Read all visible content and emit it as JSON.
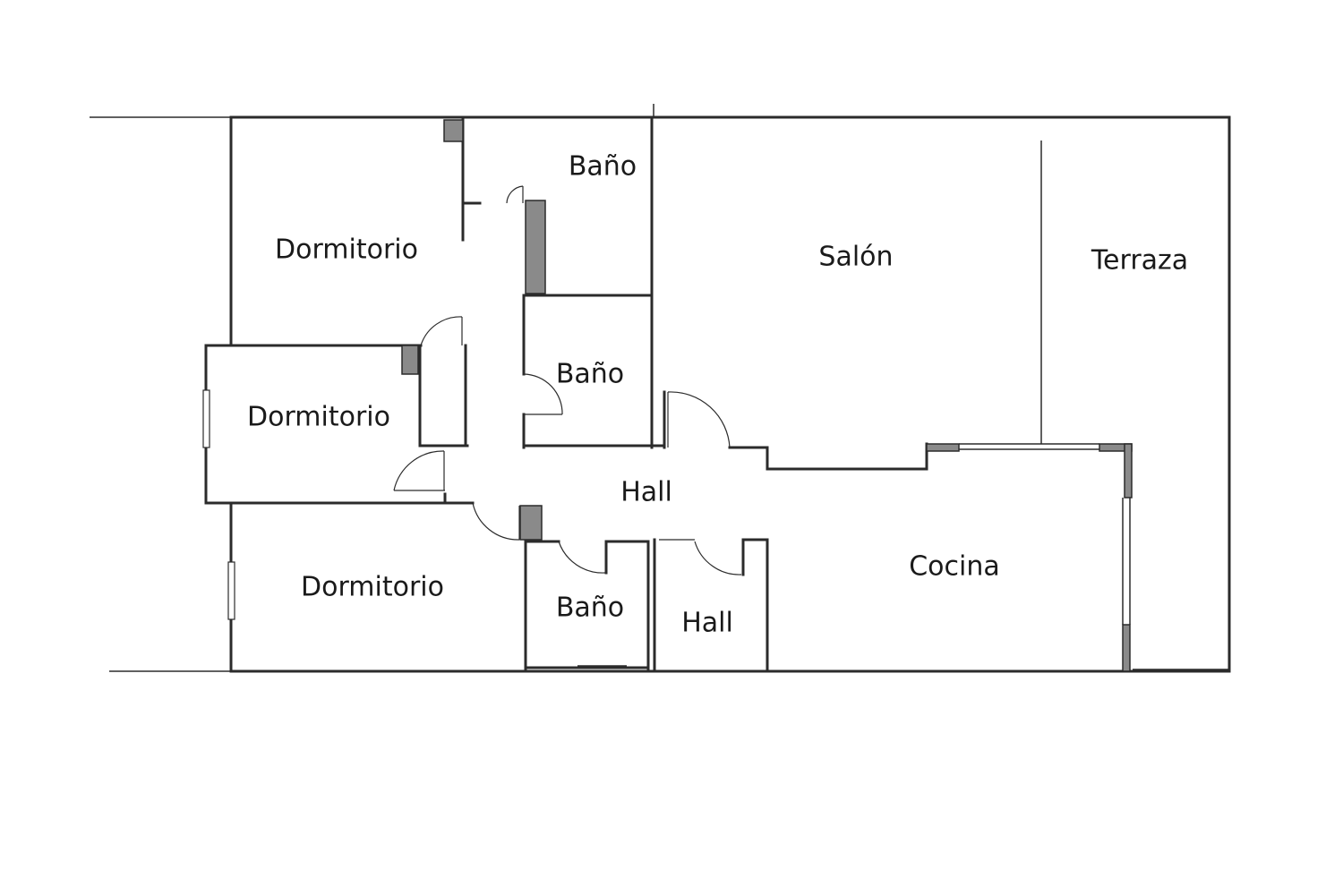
{
  "rooms": [
    {
      "id": "dormitorio-1",
      "label": "Dormitorio"
    },
    {
      "id": "dormitorio-2",
      "label": "Dormitorio"
    },
    {
      "id": "dormitorio-3",
      "label": "Dormitorio"
    },
    {
      "id": "bano-1",
      "label": "Baño"
    },
    {
      "id": "bano-2",
      "label": "Baño"
    },
    {
      "id": "bano-3",
      "label": "Baño"
    },
    {
      "id": "salon",
      "label": "Salón"
    },
    {
      "id": "terraza",
      "label": "Terraza"
    },
    {
      "id": "hall-1",
      "label": "Hall"
    },
    {
      "id": "hall-2",
      "label": "Hall"
    },
    {
      "id": "cocina",
      "label": "Cocina"
    }
  ],
  "colors": {
    "wall": "#2b2b2b",
    "wall_fill": "#8a8a8a",
    "background": "#ffffff"
  }
}
